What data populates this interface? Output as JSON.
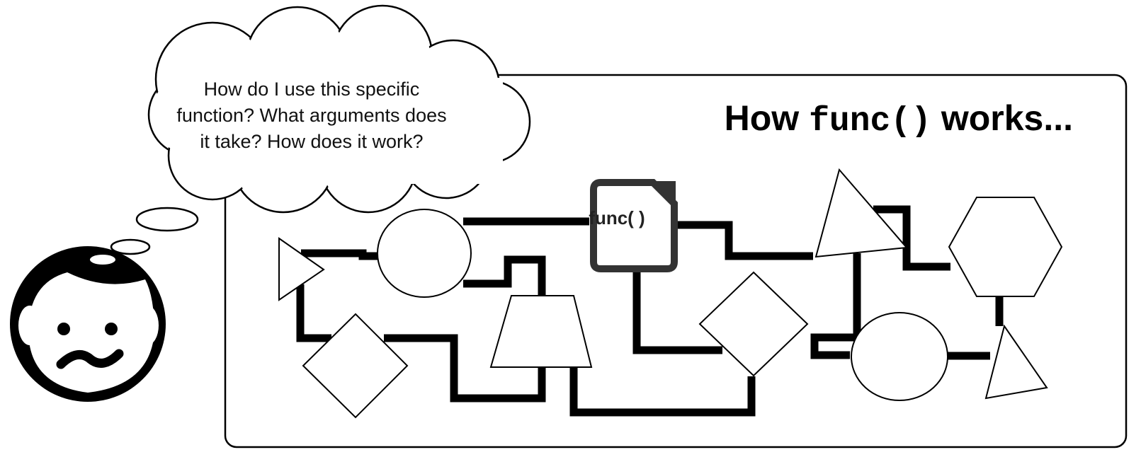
{
  "thought_bubble": {
    "lines": [
      "How do I use this specific",
      "function? What arguments does",
      "it take? How does it work?"
    ]
  },
  "title": {
    "prefix": "How ",
    "code": "func()",
    "suffix": " works..."
  },
  "function_node": {
    "label": "func( )"
  },
  "colors": {
    "ink": "#000000",
    "background": "#ffffff"
  },
  "icons": [
    "confused-face-icon",
    "file-icon"
  ]
}
